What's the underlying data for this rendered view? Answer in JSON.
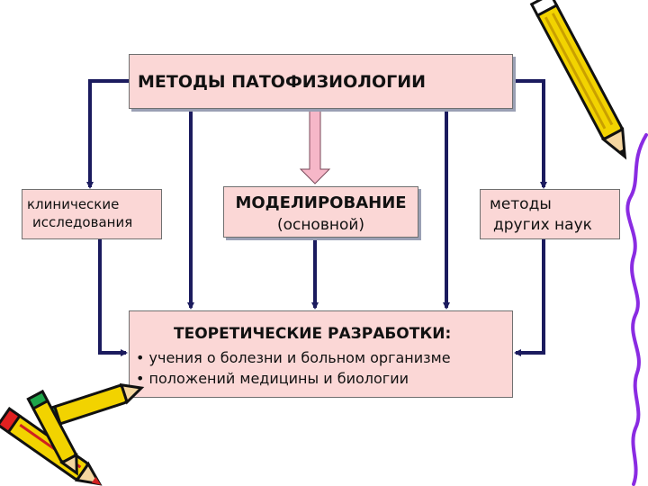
{
  "colors": {
    "box_fill": "#fbd7d6",
    "arrow_dark": "#1b1b5e",
    "arrow_light": "#f6b7c8"
  },
  "top_box": {
    "title": "МЕТОДЫ  ПАТОФИЗИОЛОГИИ"
  },
  "left_box": {
    "line1": "клинические",
    "line2": "исследования"
  },
  "center_box": {
    "title": "МОДЕЛИРОВАНИЕ",
    "subtitle": "(основной)"
  },
  "right_box": {
    "line1": "методы",
    "line2": "других наук"
  },
  "bottom_box": {
    "title": "ТЕОРЕТИЧЕСКИЕ РАЗРАБОТКИ:",
    "bullets": [
      "• учения о болезни и больном организме",
      "• положений медицины и биологии"
    ]
  },
  "decor": [
    "pencil-icon-top-right",
    "pencils-icon-bottom-left",
    "wavy-line-right"
  ]
}
